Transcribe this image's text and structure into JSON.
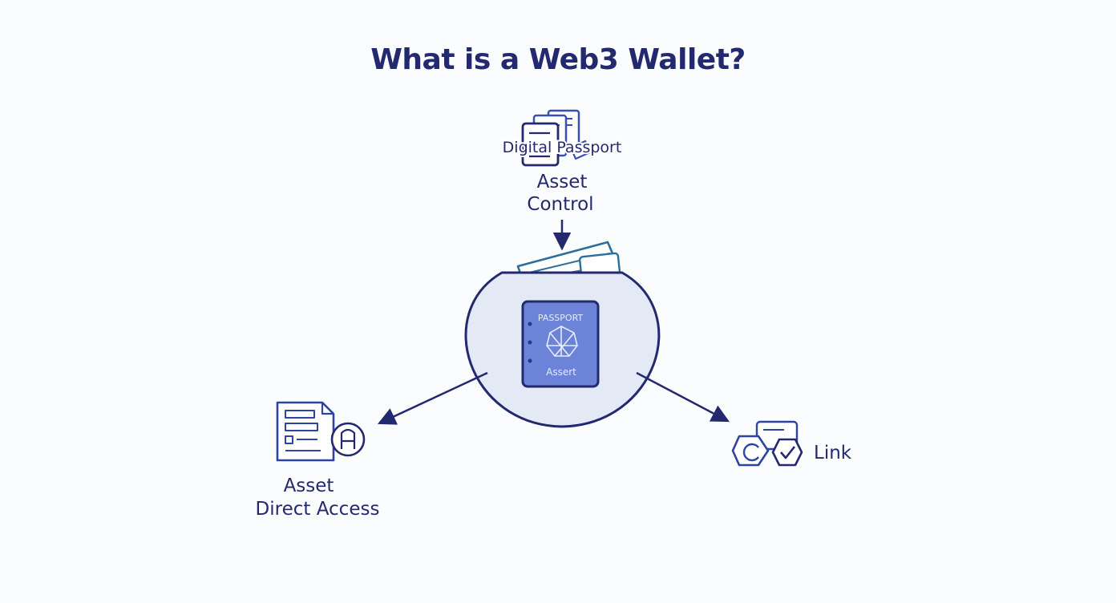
{
  "title": "What is a Web3 Wallet?",
  "top_node": {
    "icon_label": "Digital Passport",
    "line1": "Asset",
    "line2": "Control"
  },
  "center_node": {
    "passport_header": "PASSPORT",
    "passport_footer": "Assert"
  },
  "left_node": {
    "line1": "Asset",
    "line2": "Direct Access"
  },
  "right_node": {
    "label": "Link"
  },
  "colors": {
    "navy": "#23296f",
    "blue": "#3a4fb0",
    "teal": "#2b6e9c",
    "circle_fill": "#e4e9f6",
    "passport_fill": "#6b84d8"
  }
}
